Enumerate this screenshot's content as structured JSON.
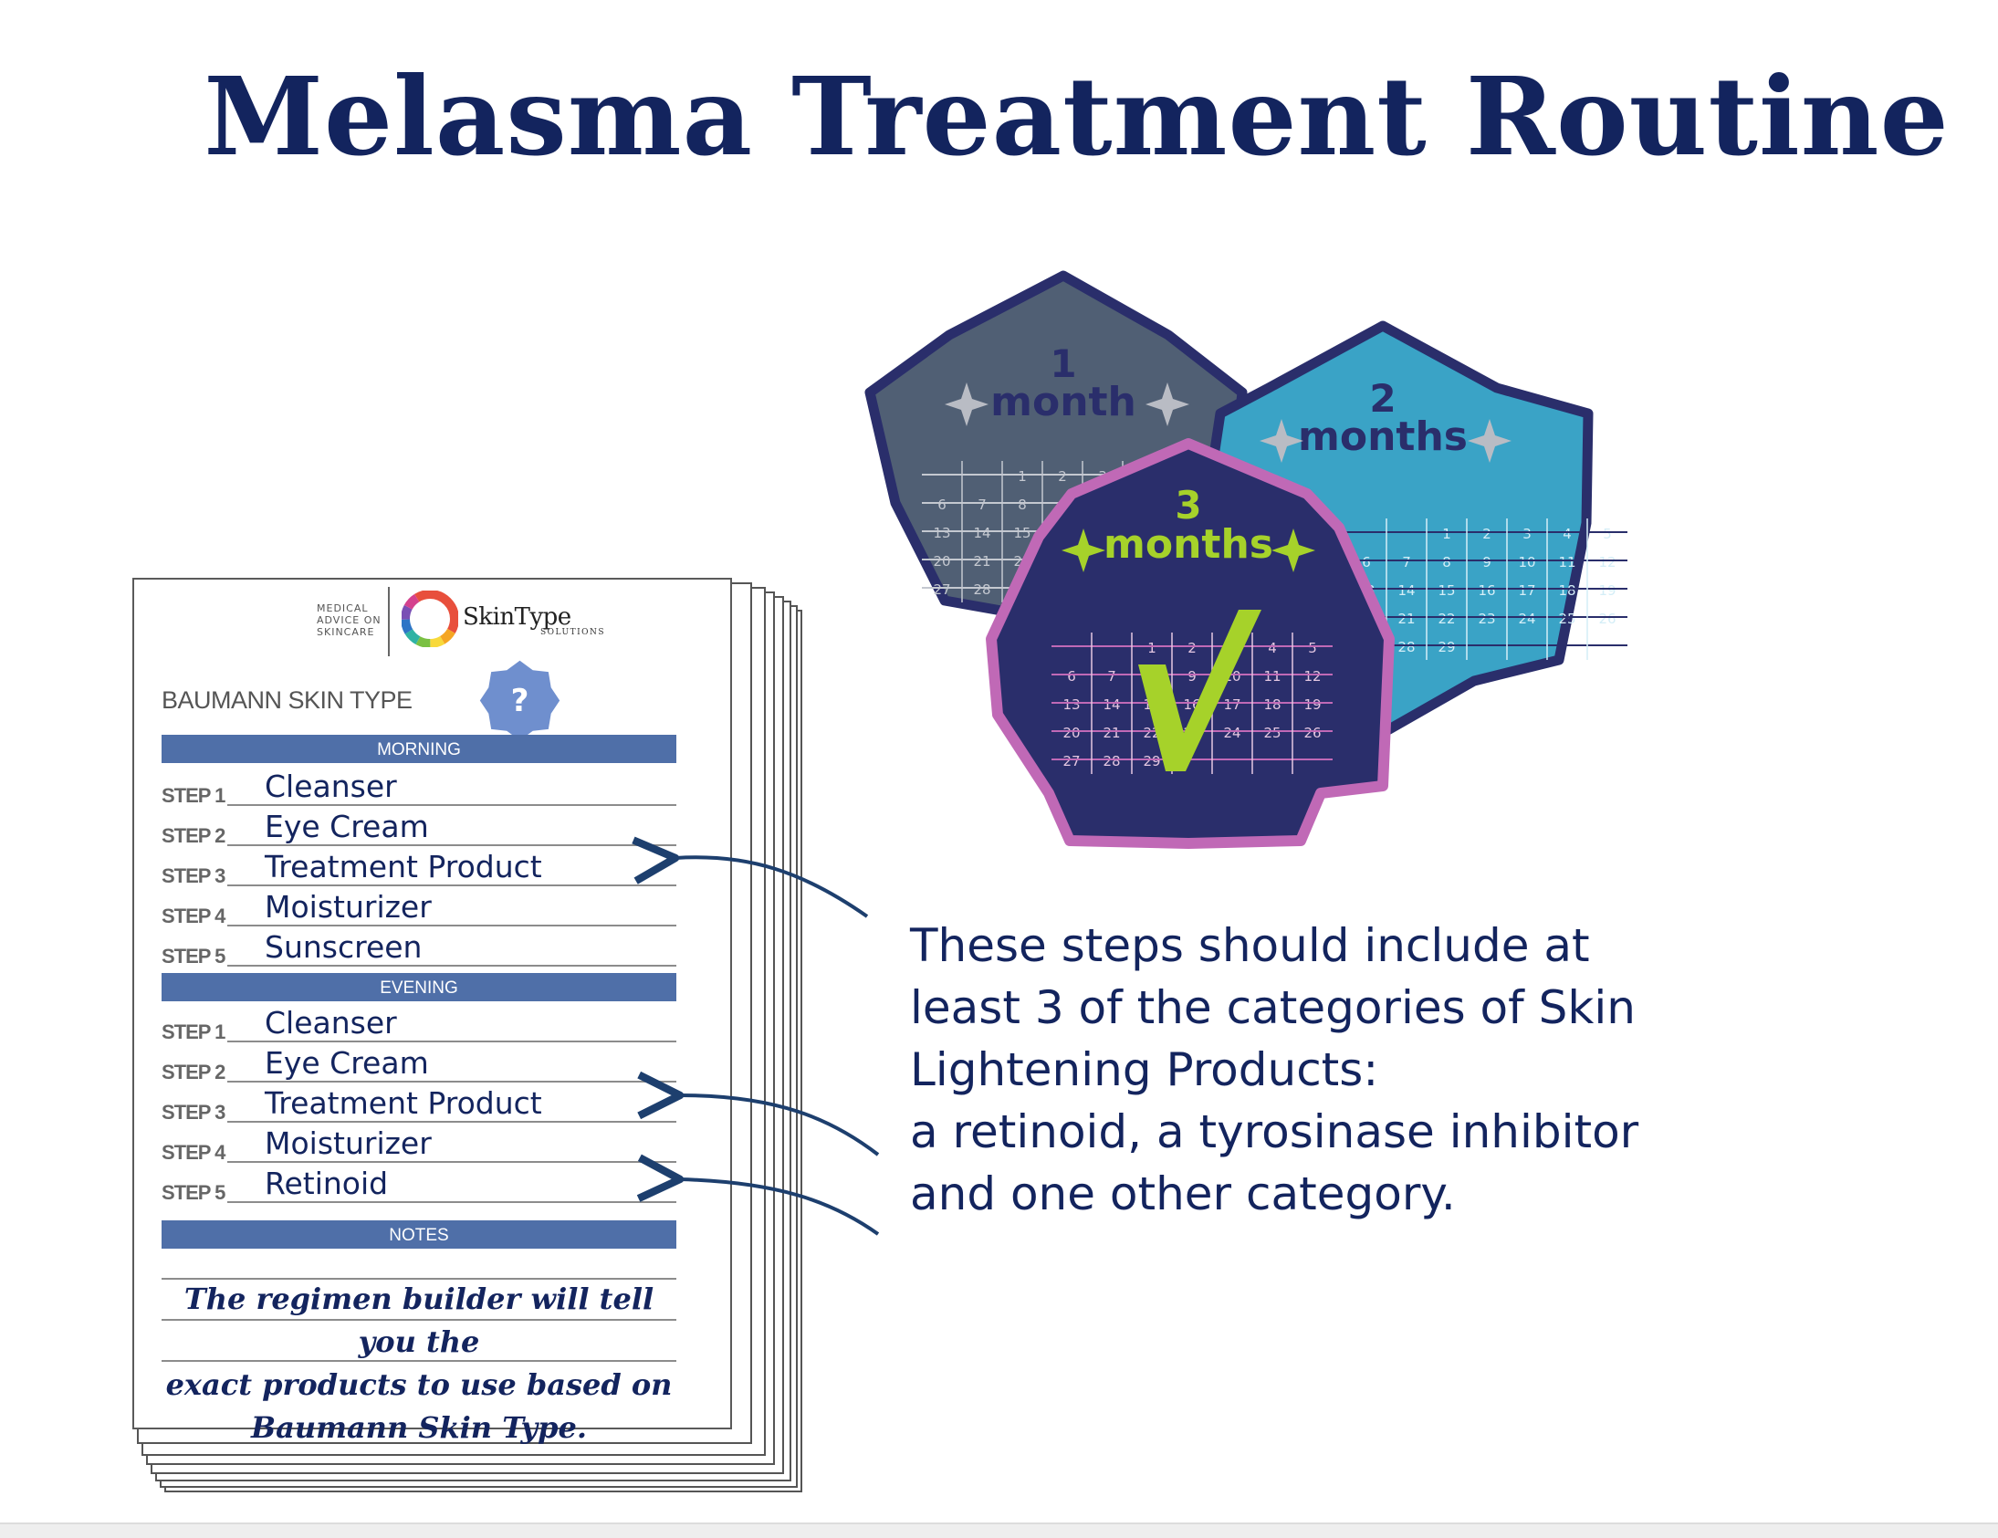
{
  "title": "Melasma Treatment Routine",
  "sheet": {
    "logo": {
      "tagline": [
        "MEDICAL",
        "ADVICE ON",
        "SKINCARE"
      ],
      "brand": "SkinType",
      "brand_sub": "SOLUTIONS"
    },
    "skin_type_label": "BAUMANN SKIN TYPE",
    "skin_type_badge": "?",
    "morning": {
      "label": "MORNING",
      "steps": [
        {
          "step": "STEP 1",
          "product": "Cleanser"
        },
        {
          "step": "STEP 2",
          "product": "Eye Cream"
        },
        {
          "step": "STEP 3",
          "product": "Treatment Product"
        },
        {
          "step": "STEP 4",
          "product": "Moisturizer"
        },
        {
          "step": "STEP 5",
          "product": "Sunscreen"
        }
      ]
    },
    "evening": {
      "label": "EVENING",
      "steps": [
        {
          "step": "STEP 1",
          "product": "Cleanser"
        },
        {
          "step": "STEP 2",
          "product": "Eye Cream"
        },
        {
          "step": "STEP 3",
          "product": "Treatment Product"
        },
        {
          "step": "STEP 4",
          "product": "Moisturizer"
        },
        {
          "step": "STEP 5",
          "product": "Retinoid"
        }
      ]
    },
    "notes": {
      "label": "NOTES",
      "text_lines": [
        "The regimen builder will tell you the",
        "exact products to use based on",
        "Baumann Skin Type."
      ]
    }
  },
  "badges": [
    {
      "number": "1",
      "unit": "month",
      "color": "#505f74"
    },
    {
      "number": "2",
      "unit": "months",
      "color": "#3aa3c6"
    },
    {
      "number": "3",
      "unit": "months",
      "color": "#2a2e6b"
    }
  ],
  "calendar": {
    "rows": [
      [
        "",
        "",
        "1",
        "2",
        "3",
        "4",
        "5"
      ],
      [
        "6",
        "7",
        "8",
        "9",
        "10",
        "11",
        "12"
      ],
      [
        "13",
        "14",
        "15",
        "16",
        "17",
        "18",
        "19"
      ],
      [
        "20",
        "21",
        "22",
        "23",
        "24",
        "25",
        "26"
      ],
      [
        "27",
        "28",
        "29",
        "",
        "",
        "",
        ""
      ]
    ]
  },
  "description_lines": [
    "These steps should include at",
    "least 3 of the categories of Skin",
    "Lightening Products:",
    "a retinoid, a tyrosinase inhibitor",
    "and one other category."
  ],
  "colors": {
    "navy": "#13245e",
    "section_bar": "#4f6fa8",
    "lime": "#a6d22a",
    "pink_border": "#c069b6",
    "badge_border": "#2a2e6b"
  }
}
